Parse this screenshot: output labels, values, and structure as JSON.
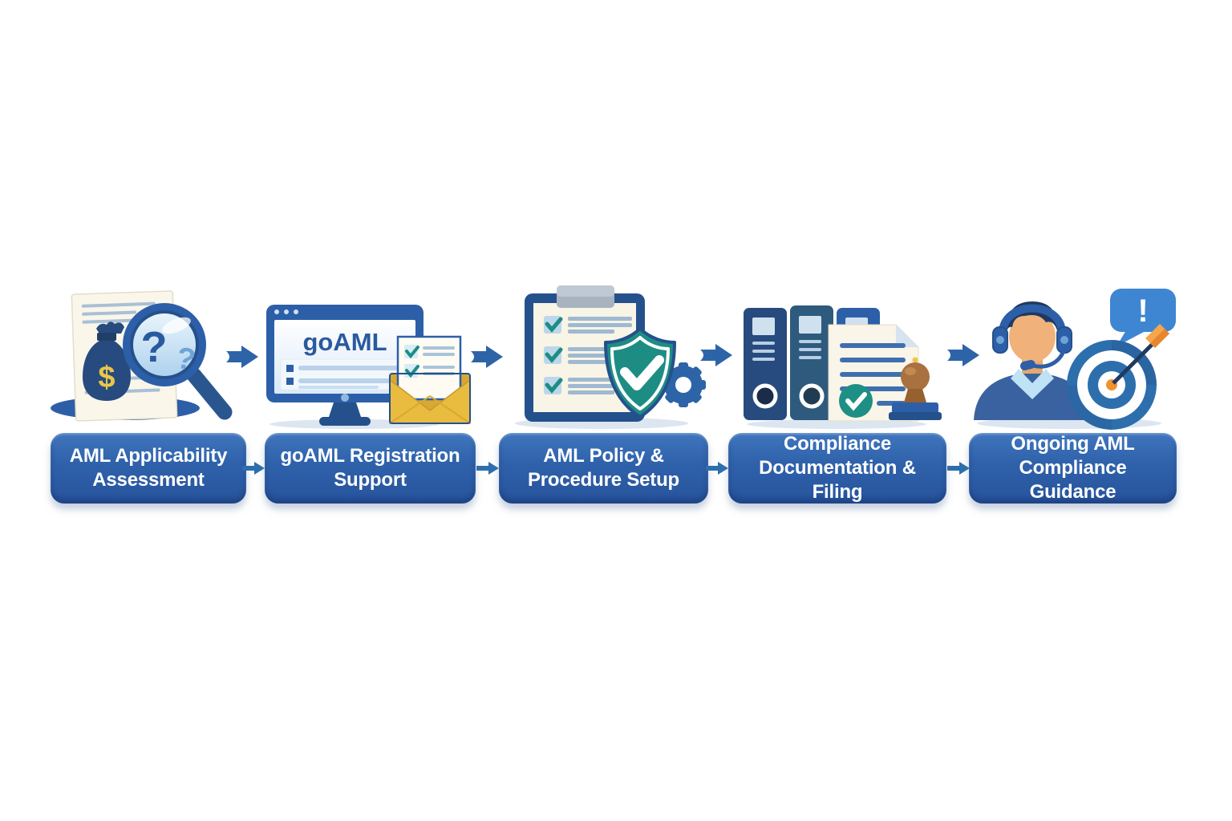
{
  "diagram": {
    "title_semantic": "AML compliance services process flow",
    "background": "#ffffff",
    "colors": {
      "primary_blue": "#2d5fa8",
      "dark_navy": "#24518c",
      "label_box_blue": "#2f62ab",
      "arrow_blue": "#2d64a8",
      "teal": "#1d8d84",
      "envelope_gold": "#e9bb3f",
      "stamp_brown": "#a9713f",
      "orange": "#e8862e",
      "paper_cream": "#f9f5e8",
      "lens_light_blue": "#cfe6f5",
      "skin_tan": "#f0b27a"
    },
    "steps": [
      {
        "label_line1": "AML Applicability",
        "label_line2": "Assessment",
        "icon": "document-moneybag-magnifier",
        "glyph_dollar": "$",
        "glyph_question_big": "?",
        "glyph_question_small": "?"
      },
      {
        "label_line1": "goAML Registration",
        "label_line2": "Support",
        "icon": "monitor-envelope-checklist",
        "screen_text": "goAML"
      },
      {
        "label_line1": "AML Policy &",
        "label_line2": "Procedure Setup",
        "icon": "clipboard-shield-gear"
      },
      {
        "label_line1": "Compliance",
        "label_line2": "Documentation & Filing",
        "icon": "binders-document-stamp"
      },
      {
        "label_line1": "Ongoing AML",
        "label_line2": "Compliance Guidance",
        "icon": "support-agent-target",
        "glyph_exclamation": "!"
      }
    ]
  }
}
